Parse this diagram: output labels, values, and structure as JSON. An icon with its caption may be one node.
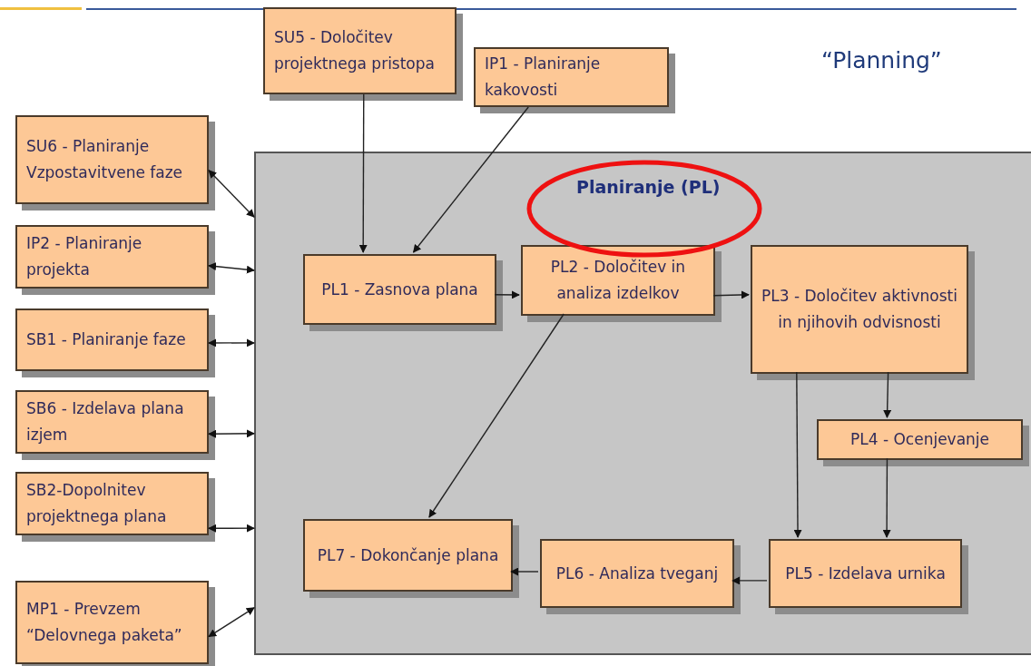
{
  "diagram": {
    "title": "“Planning”",
    "nodes": [
      {
        "text": [
          "SU5 - Določitev projektnega pristopa"
        ]
      },
      {
        "text": [
          "IP1 - Planiranje kakovosti"
        ]
      },
      {
        "text": [
          "SU6 - Planiranje Vzpostavitvene faze"
        ]
      },
      {
        "text": [
          "IP2 - Planiranje projekta"
        ]
      },
      {
        "text": [
          "SB1 - Planiranje faze"
        ]
      },
      {
        "text": [
          "SB6 - Izdelava plana izjem"
        ]
      },
      {
        "text": [
          "SB2-Dopolnitev projektnega plana"
        ]
      },
      {
        "text": [
          "MP1 - Prevzem “Delovnega paketa”"
        ]
      },
      {
        "text": [
          "Planiranje (PL)"
        ]
      },
      {
        "text": [
          "PL1 - Zasnova plana"
        ],
        "in": 8
      },
      {
        "text": [
          "PL2 - Določitev in analiza izdelkov"
        ],
        "in": 8
      },
      {
        "text": [
          "PL3 - Določitev aktivnosti in njihovih odvisnosti"
        ],
        "in": 8
      },
      {
        "text": [
          "PL4 - Ocenjevanje"
        ],
        "in": 8
      },
      {
        "text": [
          "PL5 - Izdelava urnika"
        ],
        "in": 8
      },
      {
        "text": [
          "PL6 - Analiza tveganj"
        ],
        "in": 8
      },
      {
        "text": [
          "PL7 - Dokončanje plana"
        ],
        "in": 8
      }
    ],
    "edges": [
      {
        "from": 0,
        "to": 9,
        "arrow": "to"
      },
      {
        "from": 1,
        "to": 9,
        "arrow": "to"
      },
      {
        "from": 2,
        "to": 8,
        "arrow": "both"
      },
      {
        "from": 3,
        "to": 8,
        "arrow": "both"
      },
      {
        "from": 4,
        "to": 8,
        "arrow": "both"
      },
      {
        "from": 5,
        "to": 8,
        "arrow": "both"
      },
      {
        "from": 6,
        "to": 8,
        "arrow": "both"
      },
      {
        "from": 7,
        "to": 8,
        "arrow": "both"
      },
      {
        "from": 9,
        "to": 10,
        "arrow": "to"
      },
      {
        "from": 10,
        "to": 11,
        "arrow": "to"
      },
      {
        "from": 10,
        "to": 15,
        "arrow": "to"
      },
      {
        "from": 11,
        "to": 12,
        "arrow": "to"
      },
      {
        "from": 11,
        "to": 13,
        "arrow": "to"
      },
      {
        "from": 12,
        "to": 13,
        "arrow": "to"
      },
      {
        "from": 13,
        "to": 14,
        "arrow": "to"
      },
      {
        "from": 14,
        "to": 15,
        "arrow": "to"
      }
    ]
  }
}
